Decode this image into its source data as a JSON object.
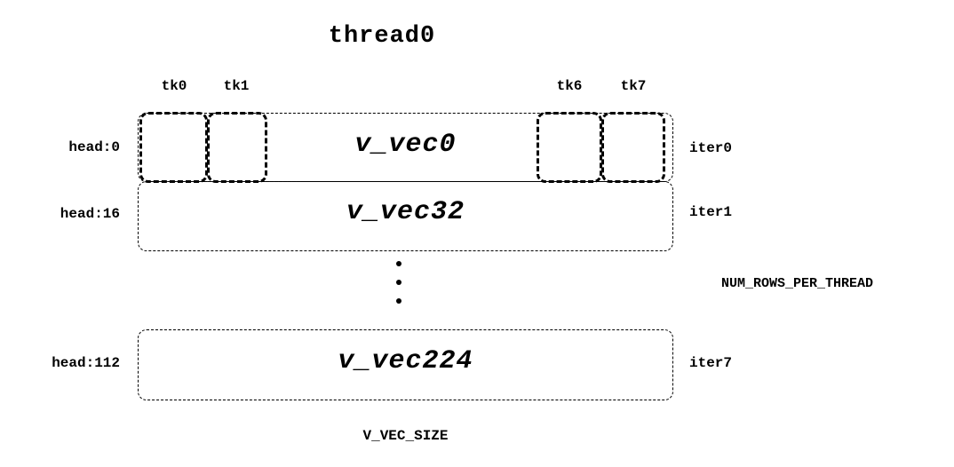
{
  "diagram": {
    "title": "thread0",
    "top_labels": [
      "tk0",
      "tk1",
      "tk6",
      "tk7"
    ],
    "rows": [
      {
        "head": "head:0",
        "vec": "v_vec0",
        "iter": "iter0"
      },
      {
        "head": "head:16",
        "vec": "v_vec32",
        "iter": "iter1"
      },
      {
        "head": "head:112",
        "vec": "v_vec224",
        "iter": "iter7"
      }
    ],
    "right_label": "NUM_ROWS_PER_THREAD",
    "bottom_label": "V_VEC_SIZE"
  }
}
